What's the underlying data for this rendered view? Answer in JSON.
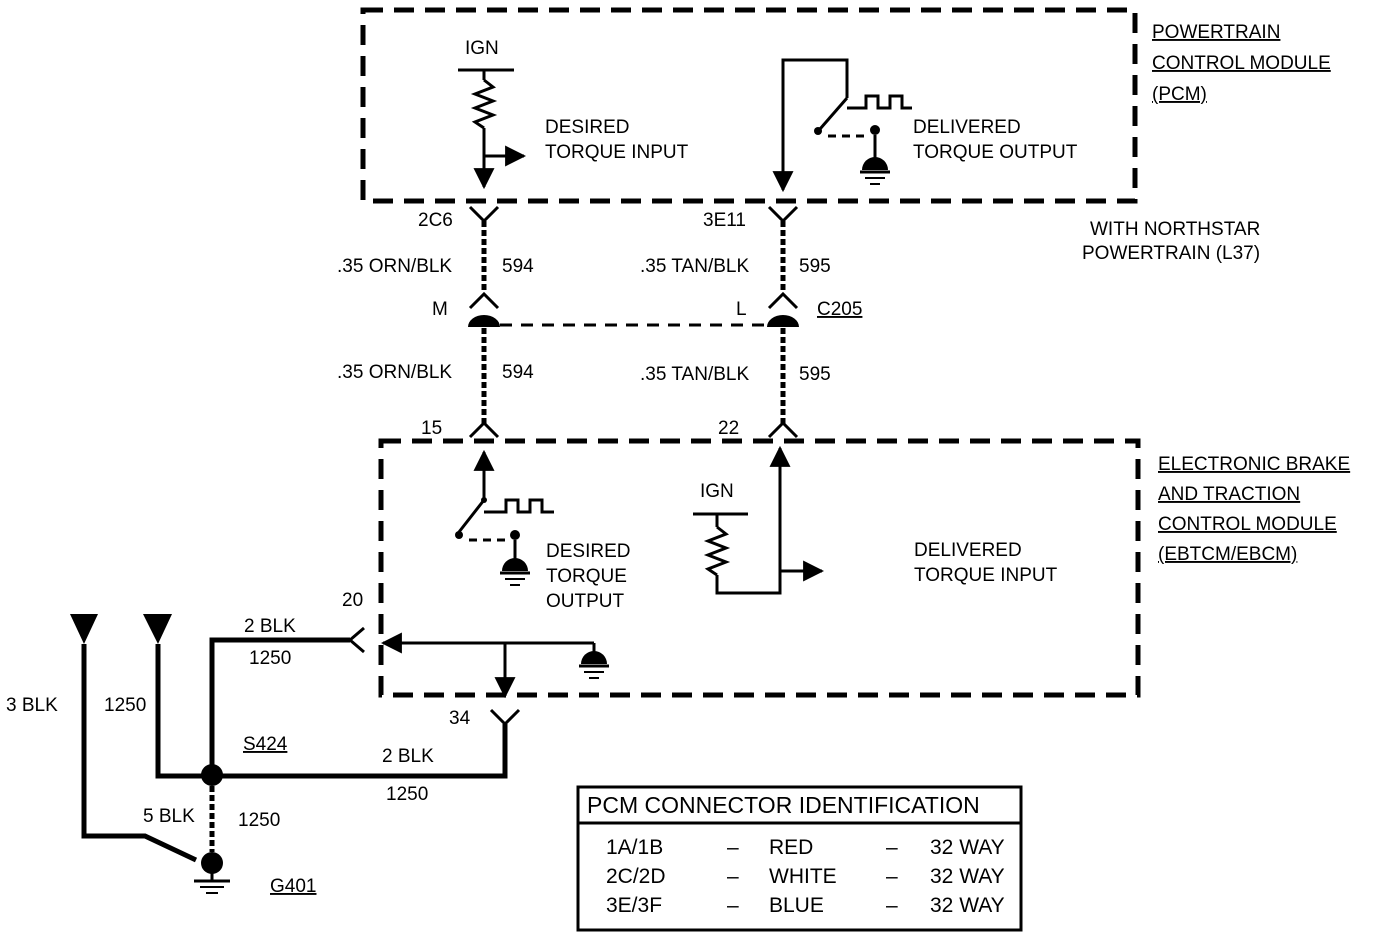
{
  "pcm": {
    "title_lines": [
      "POWERTRAIN",
      "CONTROL MODULE",
      "(PCM)"
    ],
    "ign_label": "IGN",
    "desired_input_lines": [
      "DESIRED",
      "TORQUE INPUT"
    ],
    "delivered_output_lines": [
      "DELIVERED",
      "TORQUE OUTPUT"
    ],
    "pin_desired": "2C6",
    "pin_delivered": "3E11"
  },
  "variant_lines": [
    "WITH NORTHSTAR",
    "POWERTRAIN (L37)"
  ],
  "upper_wires": {
    "left": {
      "gauge_color": ".35 ORN/BLK",
      "circuit": "594"
    },
    "right": {
      "gauge_color": ".35 TAN/BLK",
      "circuit": "595"
    }
  },
  "connector_c205": {
    "name": "C205",
    "pin_left": "M",
    "pin_right": "L"
  },
  "lower_wires": {
    "left": {
      "gauge_color": ".35 ORN/BLK",
      "circuit": "594"
    },
    "right": {
      "gauge_color": ".35 TAN/BLK",
      "circuit": "595"
    }
  },
  "ebtcm": {
    "title_lines": [
      "ELECTRONIC BRAKE",
      "AND TRACTION",
      "CONTROL MODULE",
      "(EBTCM/EBCM)"
    ],
    "pin_desired": "15",
    "pin_delivered": "22",
    "pin_ground_a": "20",
    "pin_ground_b": "34",
    "ign_label": "IGN",
    "desired_output_lines": [
      "DESIRED",
      "TORQUE",
      "OUTPUT"
    ],
    "delivered_input_lines": [
      "DELIVERED",
      "TORQUE INPUT"
    ]
  },
  "ground_wiring": {
    "wire_3blk": "3 BLK",
    "wire_1250_left": "1250",
    "wire_2blk_top": "2 BLK",
    "wire_2blk_top_circuit": "1250",
    "splice": "S424",
    "wire_2blk_bottom": "2 BLK",
    "wire_2blk_bottom_circuit": "1250",
    "wire_5blk": "5 BLK",
    "wire_5blk_circuit": "1250",
    "ground": "G401"
  },
  "connector_table": {
    "title": "PCM CONNECTOR IDENTIFICATION",
    "rows": [
      {
        "connector": "1A/1B",
        "dash1": "–",
        "color": "RED",
        "dash2": "–",
        "ways": "32 WAY"
      },
      {
        "connector": "2C/2D",
        "dash1": "–",
        "color": "WHITE",
        "dash2": "–",
        "ways": "32 WAY"
      },
      {
        "connector": "3E/3F",
        "dash1": "–",
        "color": "BLUE",
        "dash2": "–",
        "ways": "32 WAY"
      }
    ]
  }
}
